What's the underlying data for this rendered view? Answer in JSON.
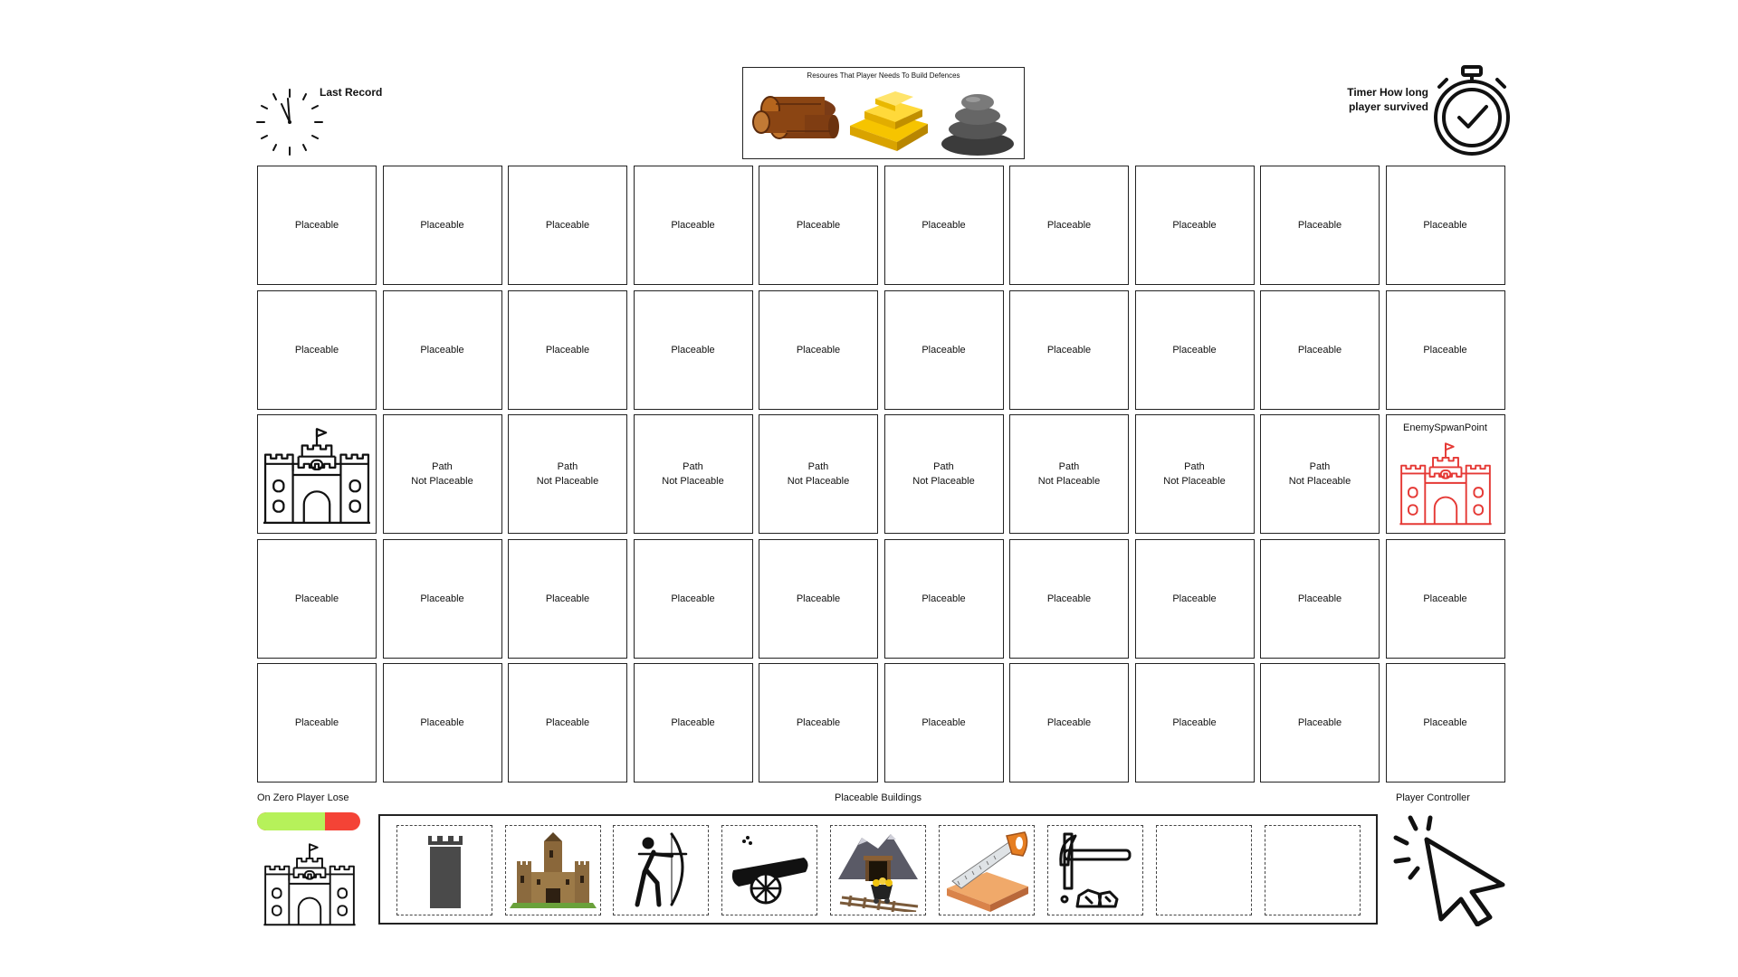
{
  "last_record": {
    "label": "Last Record",
    "icon": "clock-icon"
  },
  "resources": {
    "title": "Resoures That Player Needs To Build Defences",
    "items": [
      {
        "name": "wood-logs-icon"
      },
      {
        "name": "gold-bars-icon"
      },
      {
        "name": "stone-pile-icon"
      }
    ]
  },
  "survival_timer": {
    "label": "Timer How long player survived",
    "icon": "stopwatch-icon"
  },
  "grid": {
    "placeable_label": "Placeable",
    "path_label": "Path\nNot Placeable",
    "spawn_label": "EnemySpwanPoint",
    "rows": [
      [
        "placeable",
        "placeable",
        "placeable",
        "placeable",
        "placeable",
        "placeable",
        "placeable",
        "placeable",
        "placeable",
        "placeable"
      ],
      [
        "placeable",
        "placeable",
        "placeable",
        "placeable",
        "placeable",
        "placeable",
        "placeable",
        "placeable",
        "placeable",
        "placeable"
      ],
      [
        "castle",
        "path",
        "path",
        "path",
        "path",
        "path",
        "path",
        "path",
        "path",
        "spawn"
      ],
      [
        "placeable",
        "placeable",
        "placeable",
        "placeable",
        "placeable",
        "placeable",
        "placeable",
        "placeable",
        "placeable",
        "placeable"
      ],
      [
        "placeable",
        "placeable",
        "placeable",
        "placeable",
        "placeable",
        "placeable",
        "placeable",
        "placeable",
        "placeable",
        "placeable"
      ]
    ]
  },
  "player_health": {
    "label": "On Zero Player Lose",
    "value_fraction": 0.66,
    "fill_color": "#b6f15a",
    "empty_color": "#f44336"
  },
  "placeable_buildings": {
    "label": "Placeable Buildings",
    "slots": [
      {
        "name": "tower-icon"
      },
      {
        "name": "fortress-icon"
      },
      {
        "name": "archer-icon"
      },
      {
        "name": "cannon-icon"
      },
      {
        "name": "gold-mine-icon"
      },
      {
        "name": "sawmill-icon"
      },
      {
        "name": "quarry-pickaxe-icon"
      },
      {
        "name": "empty-slot"
      },
      {
        "name": "empty-slot"
      }
    ]
  },
  "player_controller": {
    "label": "Player Controller",
    "icon": "click-cursor-icon"
  },
  "colors": {
    "player_castle": "#111111",
    "enemy_castle": "#e53935",
    "border": "#222222"
  }
}
